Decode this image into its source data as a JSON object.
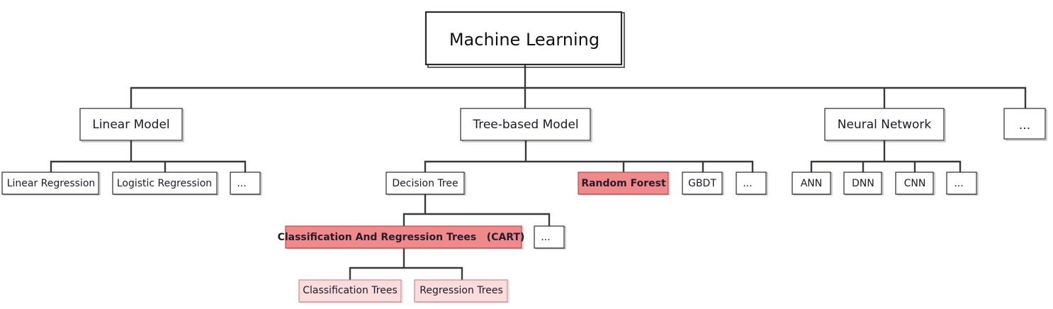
{
  "diagram": {
    "root": "Machine Learning",
    "categories": {
      "linear_model": "Linear Model",
      "tree_based_model": "Tree-based Model",
      "neural_network": "Neural Network",
      "more": "..."
    },
    "linear_children": {
      "linear_regression": "Linear Regression",
      "logistic_regression": "Logistic Regression",
      "more": "..."
    },
    "tree_children": {
      "decision_tree": "Decision Tree",
      "random_forest": "Random Forest",
      "gbdt": "GBDT",
      "more": "..."
    },
    "decision_tree_children": {
      "cart": "Classification And Regression Trees   (CART)",
      "more": "..."
    },
    "cart_children": {
      "classification_trees": "Classification Trees",
      "regression_trees": "Regression Trees"
    },
    "neural_children": {
      "ann": "ANN",
      "dnn": "DNN",
      "cnn": "CNN",
      "more": "..."
    },
    "highlight_colors": {
      "strong_fill": "#ee8a8c",
      "light_fill": "#fadcdd"
    }
  }
}
